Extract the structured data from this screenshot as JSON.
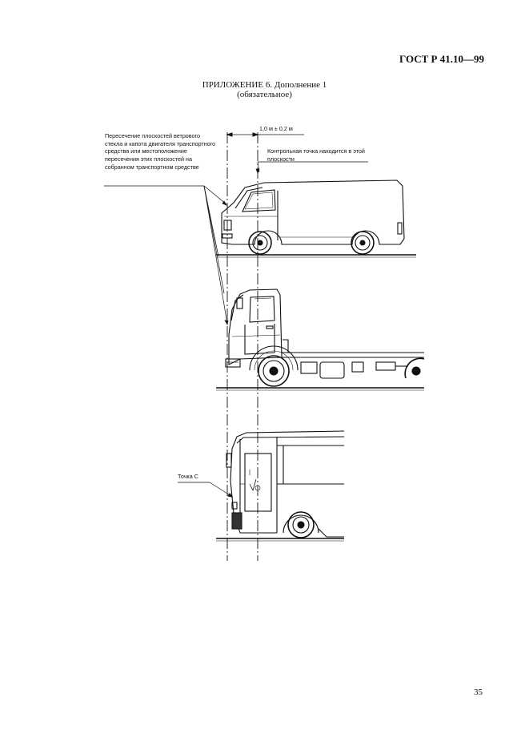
{
  "header": {
    "doc_code": "ГОСТ Р 41.10—99"
  },
  "title": {
    "line1": "ПРИЛОЖЕНИЕ 6. Дополнение 1",
    "line2": "(обязательное)"
  },
  "figure": {
    "dimension_label": "1,0 м ± 0,2 м",
    "left_note": "Пересечение плоскостей ветрового стекла и капота двигателя транспортного средства или местоположение пересечения этих плоскостей на собранном транспортном средстве",
    "control_note": "Контрольная точка находится в этой плоскости",
    "point_c": "Точка С"
  },
  "page_number": "35"
}
